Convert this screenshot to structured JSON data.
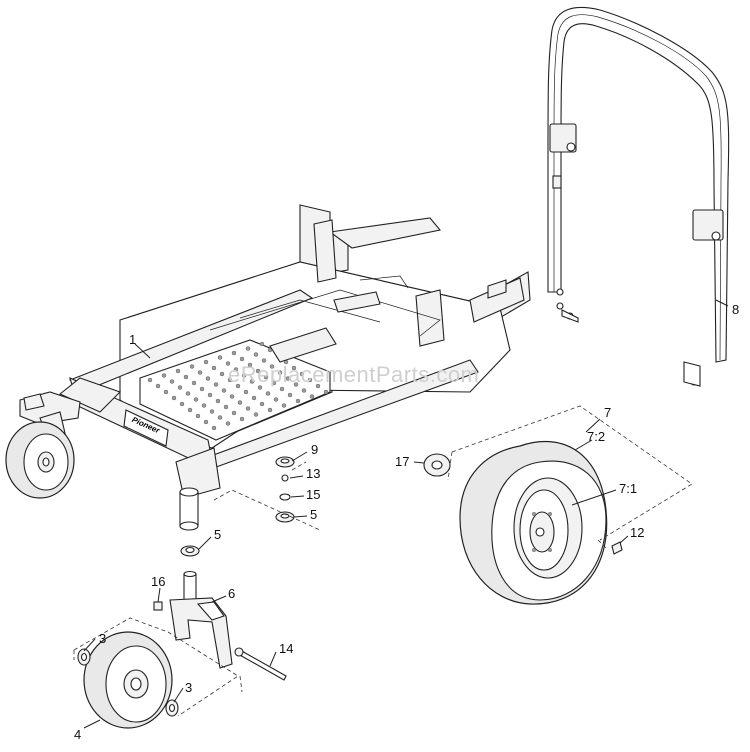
{
  "watermark": "eReplacementParts.com",
  "logo_text": "Pioneer",
  "callouts": {
    "c1": "1",
    "c3a": "3",
    "c3b": "3",
    "c4": "4",
    "c5a": "5",
    "c5b": "5",
    "c6": "6",
    "c7": "7",
    "c7_1": "7:1",
    "c7_2": "7:2",
    "c8": "8",
    "c9": "9",
    "c12": "12",
    "c13": "13",
    "c14": "14",
    "c15": "15",
    "c16": "16",
    "c17": "17"
  }
}
